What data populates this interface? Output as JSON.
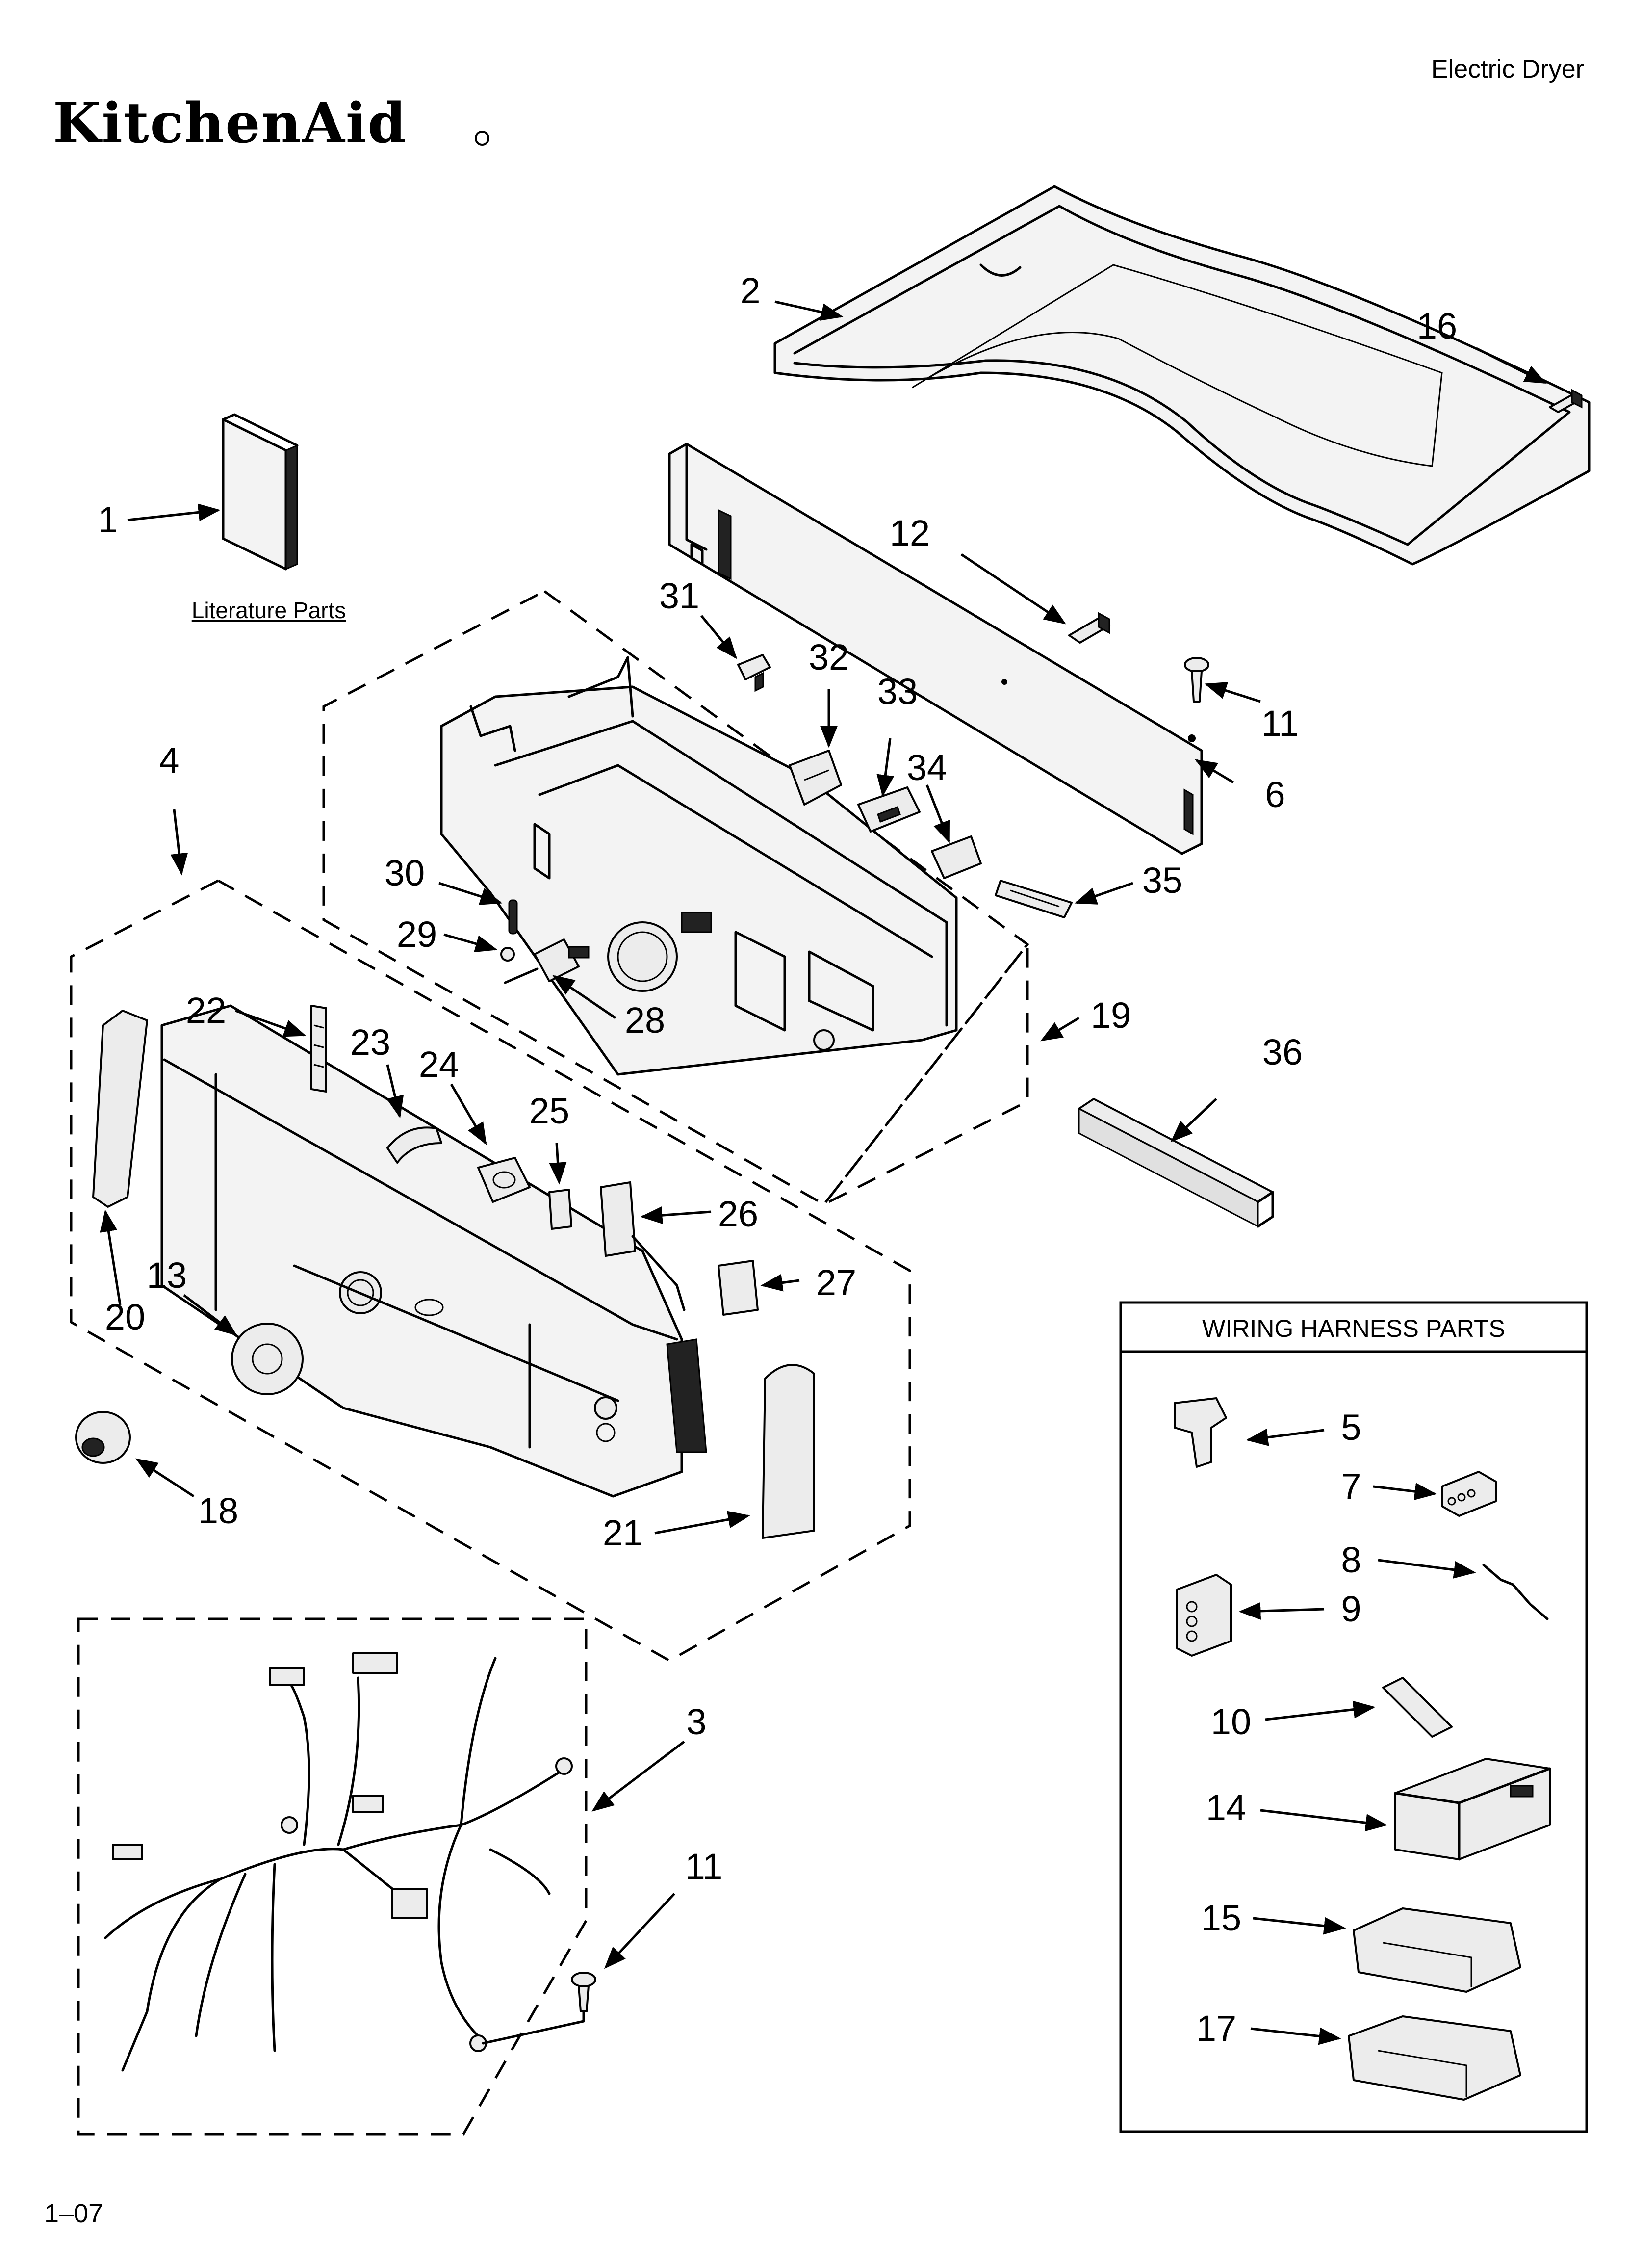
{
  "header": {
    "product_type": "Electric Dryer",
    "brand": "KitchenAid"
  },
  "literature": {
    "label": "Literature Parts"
  },
  "wiring_box": {
    "title": "WIRING HARNESS PARTS"
  },
  "callouts": {
    "c1": "1",
    "c2": "2",
    "c3": "3",
    "c4": "4",
    "c5": "5",
    "c6": "6",
    "c7": "7",
    "c8": "8",
    "c9": "9",
    "c10": "10",
    "c11a": "11",
    "c11b": "11",
    "c12": "12",
    "c13": "13",
    "c14": "14",
    "c15": "15",
    "c16": "16",
    "c17": "17",
    "c18": "18",
    "c19": "19",
    "c20": "20",
    "c21": "21",
    "c22": "22",
    "c23": "23",
    "c24": "24",
    "c25": "25",
    "c26": "26",
    "c27": "27",
    "c28": "28",
    "c29": "29",
    "c30": "30",
    "c31": "31",
    "c32": "32",
    "c33": "33",
    "c34": "34",
    "c35": "35",
    "c36": "36"
  },
  "footer": {
    "code": "1–07"
  }
}
